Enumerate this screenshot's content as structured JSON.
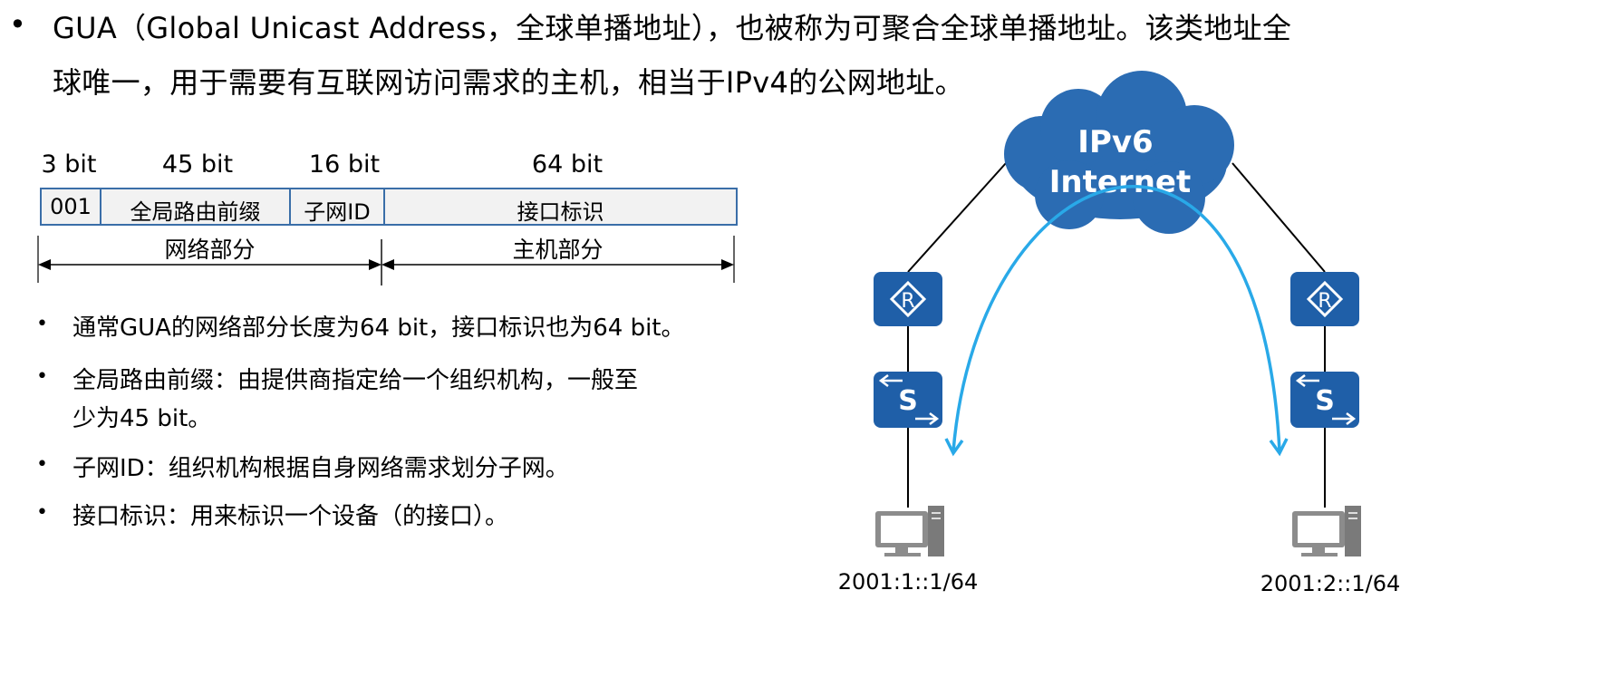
{
  "intro": {
    "bullet": "•",
    "line1": "GUA（Global Unicast Address，全球单播地址），也被称为可聚合全球单播地址。该类地址全",
    "line2": "球唯一，用于需要有互联网访问需求的主机，相当于IPv4的公网地址。"
  },
  "address_format": {
    "bit_labels": [
      "3 bit",
      "45 bit",
      "16 bit",
      "64 bit"
    ],
    "fields": [
      "001",
      "全局路由前缀",
      "子网ID",
      "接口标识"
    ],
    "network_part": "网络部分",
    "host_part": "主机部分"
  },
  "bullets": [
    {
      "dot": "•",
      "lines": [
        "通常GUA的网络部分长度为64 bit，接口标识也为64 bit。"
      ]
    },
    {
      "dot": "•",
      "lines": [
        "全局路由前缀：由提供商指定给一个组织机构，一般至",
        "少为45 bit。"
      ]
    },
    {
      "dot": "•",
      "lines": [
        "子网ID：组织机构根据自身网络需求划分子网。"
      ]
    },
    {
      "dot": "•",
      "lines": [
        "接口标识：用来标识一个设备（的接口）。"
      ]
    }
  ],
  "topology": {
    "cloud_line1": "IPv6",
    "cloud_line2": "Internet",
    "router_letter": "R",
    "switch_letter": "S",
    "host_left_address": "2001:1::1/64",
    "host_right_address": "2001:2::1/64",
    "colors": {
      "device_blue": "#1f5fa8",
      "cloud_blue": "#2b6cb3",
      "arrow_blue": "#29a9e8",
      "computer_gray": "#8c8c8c"
    }
  }
}
